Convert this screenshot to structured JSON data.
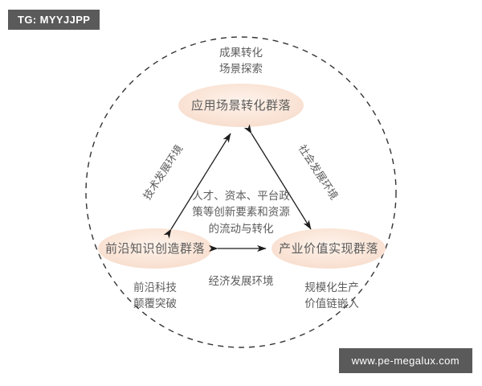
{
  "watermarks": {
    "top_left": "TG: MYYJJPP",
    "bottom_right": "www.pe-megalux.com"
  },
  "diagram": {
    "type": "triangular-cycle-diagram",
    "outer_boundary": "dashed-circle",
    "colors": {
      "node_fill": "#fae4d6",
      "node_fill_light": "#fdf1e8",
      "arrow": "#222222",
      "text": "#5b5b5b",
      "circle_stroke": "#333333",
      "watermark_bg": "#5a5a5a"
    },
    "nodes": [
      {
        "id": "application-scenario",
        "label": "应用场景转化群落",
        "position": "top"
      },
      {
        "id": "knowledge-creation",
        "label": "前沿知识创造群落",
        "position": "bottom-left"
      },
      {
        "id": "industrial-value",
        "label": "产业价值实现群落",
        "position": "bottom-right"
      }
    ],
    "node_annotations": [
      {
        "id": "top-annotation",
        "lines": [
          "成果转化",
          "场景探索"
        ]
      },
      {
        "id": "bottom-left-annotation",
        "lines": [
          "前沿科技",
          "颠覆突破"
        ]
      },
      {
        "id": "bottom-right-annotation",
        "lines": [
          "规模化生产",
          "价值链嵌入"
        ]
      }
    ],
    "edge_labels": [
      {
        "id": "left-edge",
        "text": "技术发展环境",
        "rotation": -57
      },
      {
        "id": "right-edge",
        "text": "社会发展环境",
        "rotation": 57
      },
      {
        "id": "bottom-edge",
        "text": "经济发展环境",
        "rotation": 0
      }
    ],
    "center_text": {
      "lines": [
        "人才、资本、平台政",
        "策等创新要素和资源",
        "的流动与转化"
      ]
    }
  }
}
